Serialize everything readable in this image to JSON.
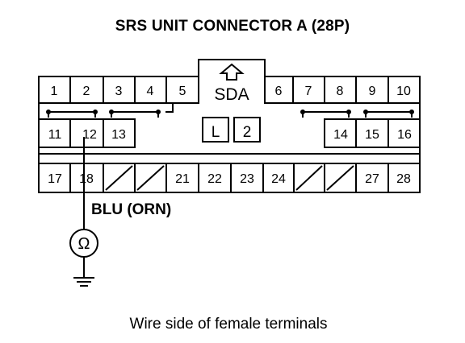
{
  "title": "SRS UNIT CONNECTOR A (28P)",
  "caption": "Wire side of female terminals",
  "wire_label": "BLU (ORN)",
  "housing": {
    "sda_label": "SDA",
    "marker_l": "L",
    "marker_2": "2"
  },
  "terminals": {
    "row1": [
      "1",
      "2",
      "3",
      "4",
      "5",
      "6",
      "7",
      "8",
      "9",
      "10"
    ],
    "row2": [
      "11",
      "12",
      "13",
      "14",
      "15",
      "16"
    ],
    "row3": [
      "17",
      "18",
      "21",
      "22",
      "23",
      "24",
      "27",
      "28"
    ]
  },
  "symbols": {
    "meter": "ohm-meter-icon",
    "ground": "ground-icon",
    "arrow": "up-arrow-icon"
  }
}
